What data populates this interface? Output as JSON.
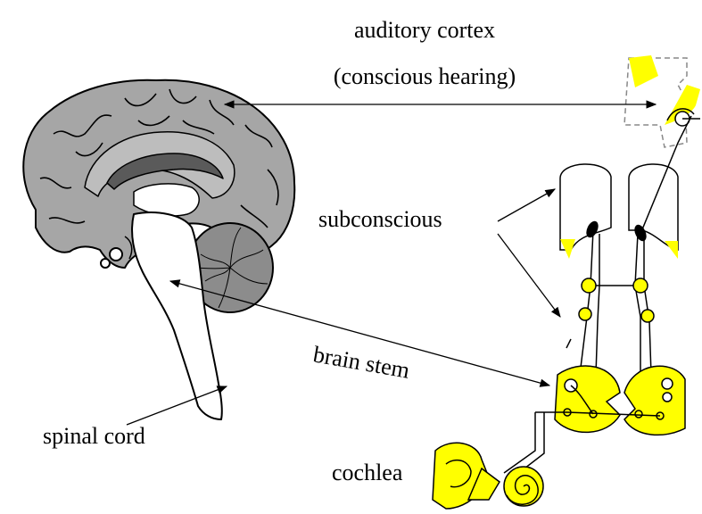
{
  "labels": {
    "auditory_cortex": "auditory cortex",
    "conscious_hearing": "(conscious hearing)",
    "subconscious": "subconscious",
    "brain_stem": "brain stem",
    "spinal_cord": "spinal cord",
    "cochlea": "cochlea"
  },
  "colors": {
    "brain_gray": "#a6a6a6",
    "brain_dark": "#5a5a5a",
    "pathway_yellow": "#ffff00",
    "line": "#000000"
  }
}
